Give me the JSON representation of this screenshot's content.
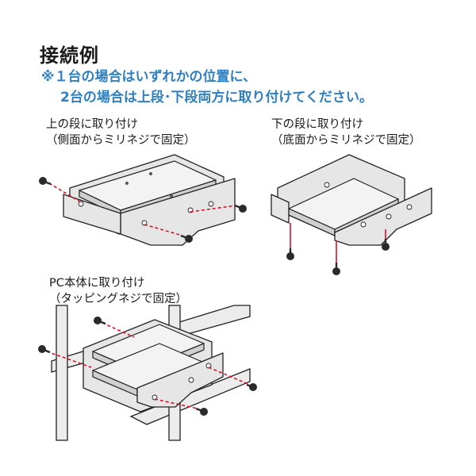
{
  "title": "接続例",
  "note": {
    "line1": "※１台の場合はいずれかの位置に、",
    "line2": "2台の場合は上段･下段両方に取り付けてください。"
  },
  "examples": {
    "upper": {
      "line1": "上の段に取り付け",
      "line2": "（側面からミリネジで固定）"
    },
    "lower": {
      "line1": "下の段に取り付け",
      "line2": "（底面からミリネジで固定）"
    },
    "pc": {
      "line1": "PC本体に取り付け",
      "line2": "（タッピングネジで固定）"
    }
  },
  "colors": {
    "note_text": "#2f7fc1",
    "guide_line": "#d9122a",
    "bracket_fill": "#e6e6e6"
  }
}
